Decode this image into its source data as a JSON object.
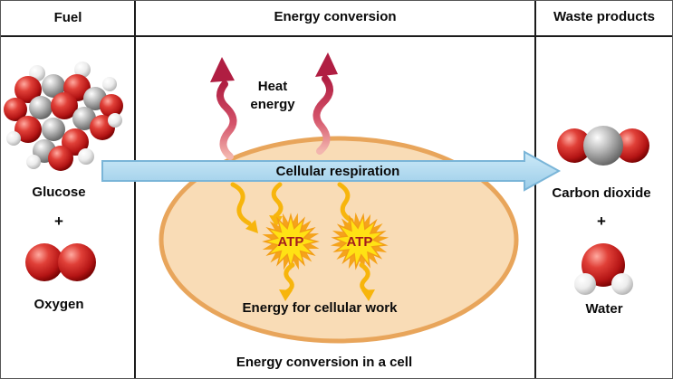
{
  "headers": {
    "fuel": "Fuel",
    "energy_conversion": "Energy conversion",
    "waste_products": "Waste products"
  },
  "fuel_column": {
    "glucose": "Glucose",
    "plus": "+",
    "oxygen": "Oxygen"
  },
  "conversion_column": {
    "heat_line1": "Heat",
    "heat_line2": "energy",
    "main_arrow": "Cellular respiration",
    "atp": "ATP",
    "work": "Energy for cellular work",
    "caption": "Energy conversion in a cell"
  },
  "waste_column": {
    "carbon_dioxide": "Carbon dioxide",
    "plus": "+",
    "water": "Water"
  },
  "colors": {
    "arrow_fill": "#b5dcf1",
    "arrow_stroke": "#7ab5d8",
    "cell_fill": "#f9dcb6",
    "cell_stroke": "#e8a55b",
    "heat_red": "#b01e42",
    "energy_yellow": "#f7b50c",
    "atp_fill": "#ffe214",
    "atp_text": "#a31d1d"
  }
}
